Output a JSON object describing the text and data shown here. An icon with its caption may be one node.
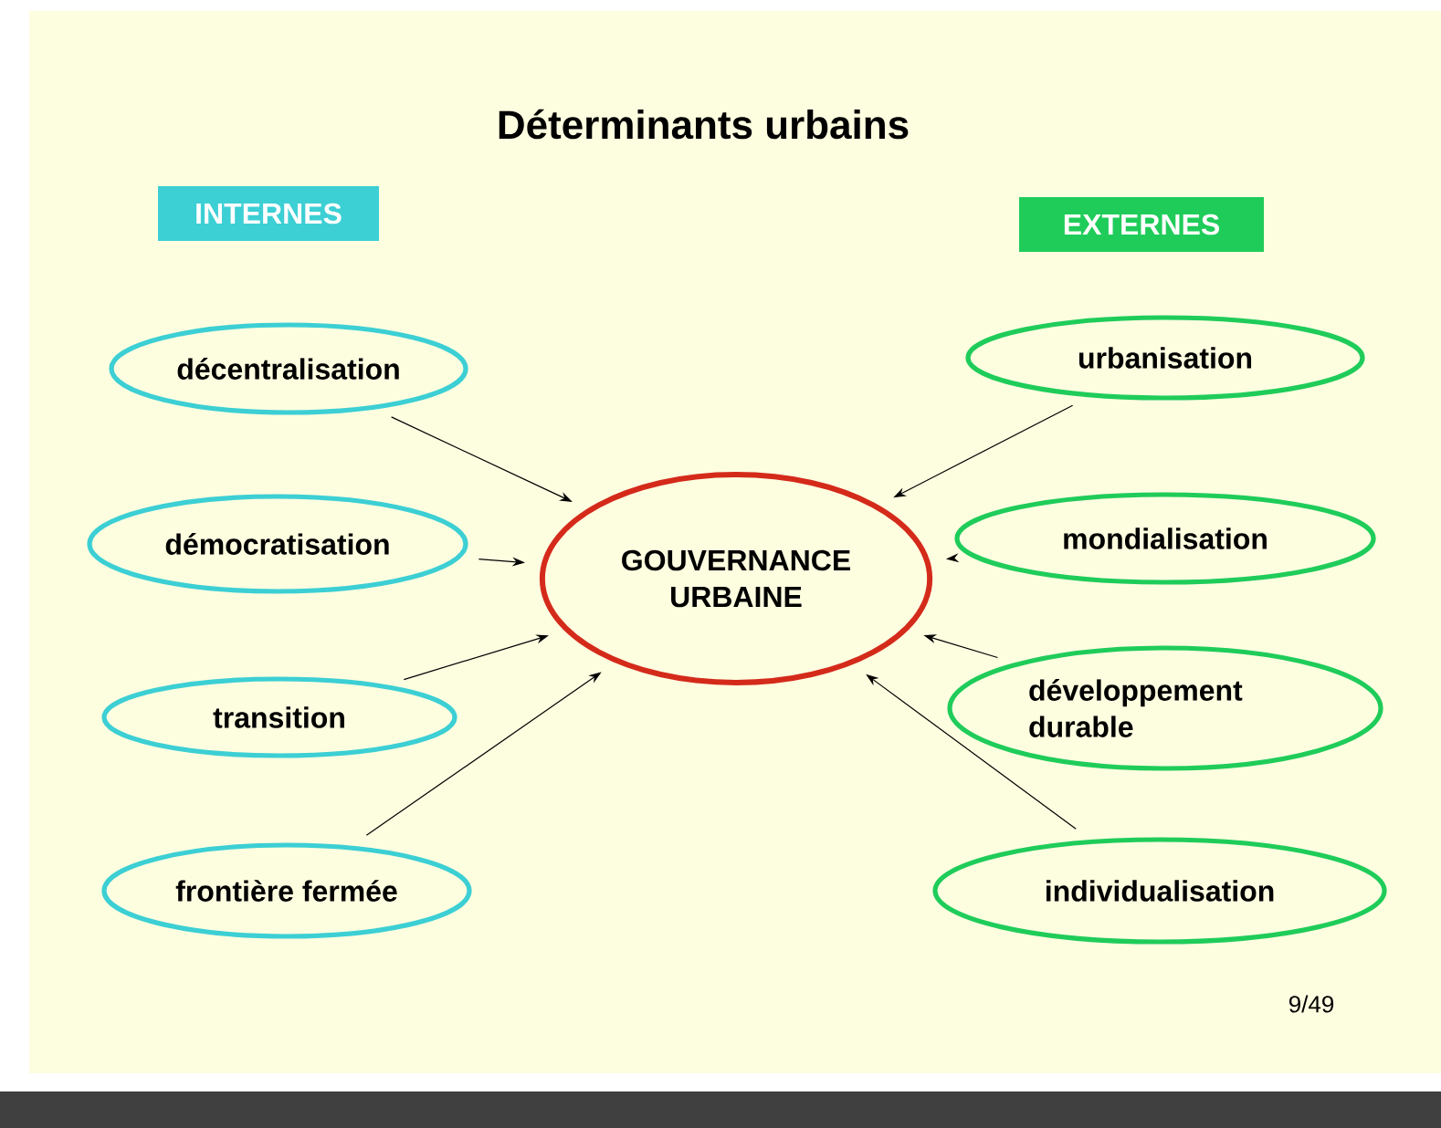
{
  "diagram": {
    "title": "Déterminants urbains",
    "nodes": [
      {
        "text": [
          "INTERNES"
        ]
      },
      {
        "text": [
          "EXTERNES"
        ]
      },
      {
        "text": [
          "décentralisation"
        ]
      },
      {
        "text": [
          "urbanisation"
        ]
      },
      {
        "text": [
          "démocratisation"
        ]
      },
      {
        "text": [
          "GOUVERNANCE URBAINE"
        ]
      },
      {
        "text": [
          "mondialisation"
        ]
      },
      {
        "text": [
          "transition"
        ]
      },
      {
        "text": [
          "développement durable"
        ]
      },
      {
        "text": [
          "frontière fermée"
        ]
      },
      {
        "text": [
          "individualisation"
        ]
      }
    ],
    "edges": [
      {
        "from": 2,
        "to": 5,
        "arrow": "to"
      },
      {
        "from": 3,
        "to": 5,
        "arrow": "to"
      },
      {
        "from": 4,
        "to": 5,
        "arrow": "to"
      },
      {
        "from": 6,
        "to": 5,
        "arrow": "to"
      },
      {
        "from": 7,
        "to": 5,
        "arrow": "to"
      },
      {
        "from": 8,
        "to": 5,
        "arrow": "to"
      },
      {
        "from": 9,
        "to": 5,
        "arrow": "to"
      },
      {
        "from": 10,
        "to": 5,
        "arrow": "to"
      }
    ],
    "labels": [
      "9/49"
    ]
  }
}
